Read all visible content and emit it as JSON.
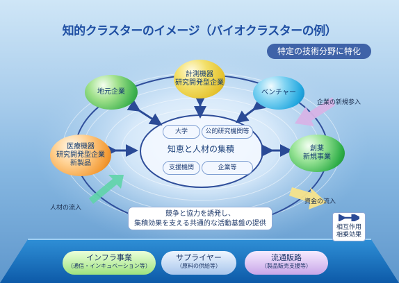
{
  "title": "知的クラスターのイメージ（バイオクラスターの例）",
  "specialization": "特定の技術分野に特化",
  "nodes": {
    "top": [
      "計測機器",
      "研究開発型企業"
    ],
    "left_top": "地元企業",
    "left_mid": [
      "医療機器",
      "研究開発型企業",
      "新製品"
    ],
    "right_top": "ベンチャー",
    "right_mid": [
      "創薬",
      "新規事業"
    ]
  },
  "center": {
    "university": "大学",
    "public_lab": "公的研究機関等",
    "core": "知恵と人材の集積",
    "support": "支援機関",
    "company": "企業等"
  },
  "flows": {
    "talent": "人材の流入",
    "capital": "資金の流入",
    "new_entry": "企業の新規参入"
  },
  "competition": [
    "競争と協力を誘発し、",
    "集積効果を支える共通的な活動基盤の提供"
  ],
  "legend": [
    "相互作用",
    "相乗効果"
  ],
  "bases": [
    {
      "title": "インフラ事業",
      "sub": "（通信・インキュベーション等）"
    },
    {
      "title": "サプライヤー",
      "sub": "（原料の供給等）"
    },
    {
      "title": "流通販路",
      "sub": "（製品販売支援等）"
    }
  ],
  "colors": {
    "title": "#1f4fa3",
    "tag_bg": "#3f63a8",
    "ring": "#2f4e9a",
    "arrow": "#2a4a96",
    "talent_arrow": "#5fd4a8",
    "capital_arrow": "#f7e38a",
    "entry_arrow": "#d7b3e6"
  }
}
